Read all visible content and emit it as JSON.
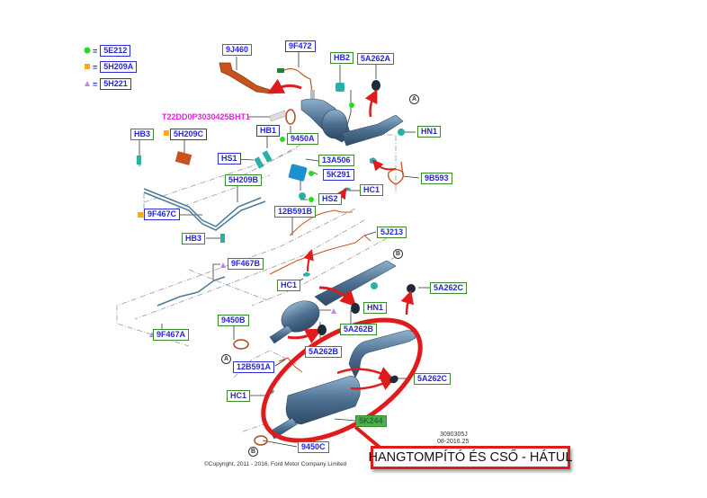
{
  "diagram": {
    "title": "Exhaust system parts diagram",
    "legend": [
      {
        "marker": "green-circle",
        "color": "#22dd22",
        "eq": "=",
        "code": "5E212"
      },
      {
        "marker": "orange-square",
        "color": "#ffaa11",
        "eq": "=",
        "code": "5H209A"
      },
      {
        "marker": "purple-triangle",
        "color": "#bb88ee",
        "eq": "=",
        "code": "5H221"
      }
    ],
    "part_label_magenta": "T22DD0P3030425BHT1",
    "labels": {
      "9J460": "9J460",
      "9F472": "9F472",
      "HB2": "HB2",
      "5A262A": "5A262A",
      "HB3_top": "HB3",
      "5H209C": "5H209C",
      "HB1": "HB1",
      "9450A": "9450A",
      "HN1_top": "HN1",
      "HS1": "HS1",
      "13A506": "13A506",
      "5K291": "5K291",
      "9B593": "9B593",
      "5H209B": "5H209B",
      "HS2": "HS2",
      "HC1_top": "HC1",
      "12B591B": "12B591B",
      "9F467C": "9F467C",
      "HB3_bottom": "HB3",
      "5J213": "5J213",
      "9F467B": "9F467B",
      "HC1_mid": "HC1",
      "5A262C_top": "5A262C",
      "HN1_mid": "HN1",
      "9450B": "9450B",
      "5A262B_left": "5A262B",
      "5A262B_right": "5A262B",
      "9F467A": "9F467A",
      "12B591A": "12B591A",
      "5A262C_bottom": "5A262C",
      "HC1_bottom": "HC1",
      "5K244": "5K244",
      "9450C": "9450C"
    },
    "connectors": {
      "A_top": "A",
      "B_top": "B",
      "A_bottom": "A",
      "B_bottom": "B"
    },
    "drawing_number": "3090305J",
    "drawing_date": "08-2016.25",
    "copyright": "©Copyright, 2011 - 2016, Ford Motor Company Limited",
    "highlight_callout": "HANGTOMPÍTÓ ÉS CSŐ - HÁTUL",
    "colors": {
      "highlight_red": "#e01b1b",
      "pipe_blue": "#4a6a8a",
      "label_blue_text": "#2626d9",
      "label_green_border": "#3a8a2a",
      "magenta": "#e61ee6"
    }
  }
}
